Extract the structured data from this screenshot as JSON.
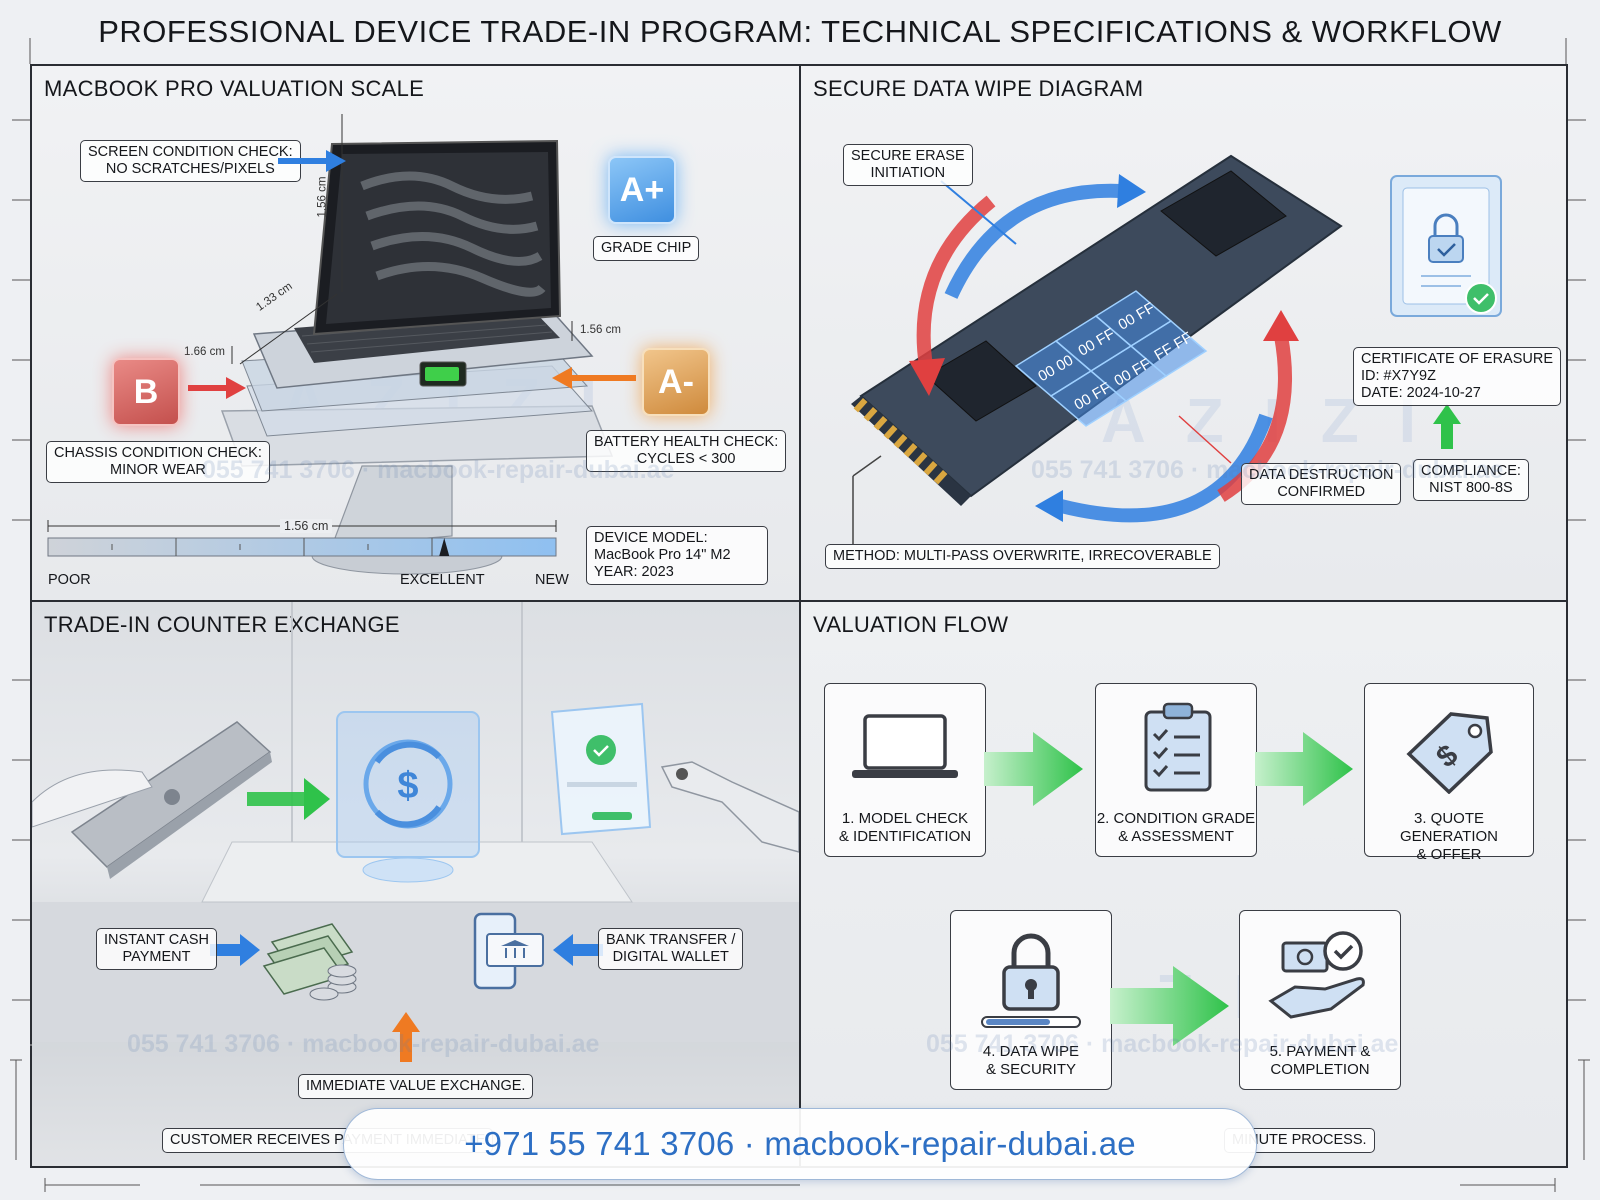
{
  "title": "PROFESSIONAL DEVICE TRADE-IN PROGRAM: TECHNICAL SPECIFICATIONS & WORKFLOW",
  "panels": {
    "valuation_scale": {
      "title": "MACBOOK PRO VALUATION SCALE",
      "screen_check": [
        "SCREEN CONDITION CHECK:",
        "NO SCRATCHES/PIXELS"
      ],
      "grade_chip_label": "GRADE CHIP",
      "chips": {
        "a_plus": "A+",
        "a_minus": "A-",
        "b": "B"
      },
      "chassis_check": [
        "CHASSIS CONDITION CHECK:",
        "MINOR WEAR"
      ],
      "battery_check": [
        "BATTERY HEALTH CHECK:",
        "CYCLES < 300"
      ],
      "dimensions": [
        "1.56 cm",
        "1.33 cm",
        "1.66 cm",
        "1.56 cm",
        "1.56 cm"
      ],
      "scale": {
        "poor": "POOR",
        "excellent": "EXCELLENT",
        "new": "NEW",
        "marker_value": 0.78
      },
      "device": [
        "DEVICE MODEL:",
        "MacBook Pro 14\" M2",
        "YEAR: 2023"
      ]
    },
    "data_wipe": {
      "title": "SECURE DATA WIPE DIAGRAM",
      "erase_start": [
        "SECURE ERASE",
        "INITIATION"
      ],
      "memory_cells": [
        "00 FF",
        "00 FF",
        "00 00",
        "00 FF",
        "FF FF",
        "00 FF"
      ],
      "certificate": [
        "CERTIFICATE OF ERASURE",
        "ID: #X7Y9Z",
        "DATE: 2024-10-27"
      ],
      "compliance": [
        "COMPLIANCE:",
        "NIST 800-8S"
      ],
      "destruction": [
        "DATA DESTRUCTION",
        "CONFIRMED"
      ],
      "method": "METHOD: MULTI-PASS OVERWRITE, IRRECOVERABLE"
    },
    "counter": {
      "title": "TRADE-IN COUNTER EXCHANGE",
      "cash": [
        "INSTANT CASH",
        "PAYMENT"
      ],
      "bank": [
        "BANK TRANSFER /",
        "DIGITAL WALLET"
      ],
      "immediate": "IMMEDIATE VALUE EXCHANGE.",
      "footer_left": "CUSTOMER RECEIVES PAYMENT IMMEDIATE"
    },
    "flow": {
      "title": "VALUATION FLOW",
      "steps": [
        [
          "1. MODEL CHECK",
          "& IDENTIFICATION"
        ],
        [
          "2. CONDITION GRADE",
          "& ASSESSMENT"
        ],
        [
          "3. QUOTE GENERATION",
          "& OFFER"
        ],
        [
          "4. DATA WIPE",
          "& SECURITY"
        ],
        [
          "5. PAYMENT &",
          "COMPLETION"
        ]
      ],
      "footer_right": "MINUTE PROCESS."
    }
  },
  "footer": "+971 55 741 3706 · macbook-repair-dubai.ae",
  "watermark": {
    "brand": "AZIZI",
    "phone_line": "055 741 3706 · macbook-repair-dubai.ae"
  },
  "colors": {
    "blue_arrow": "#2f7fe0",
    "red_arrow": "#e04040",
    "green_arrow": "#2fc24a",
    "orange_arrow": "#ef7a22",
    "chip_blue": "#5aa8ef",
    "chip_orange": "#e8a85a",
    "chip_red": "#d9605e"
  }
}
